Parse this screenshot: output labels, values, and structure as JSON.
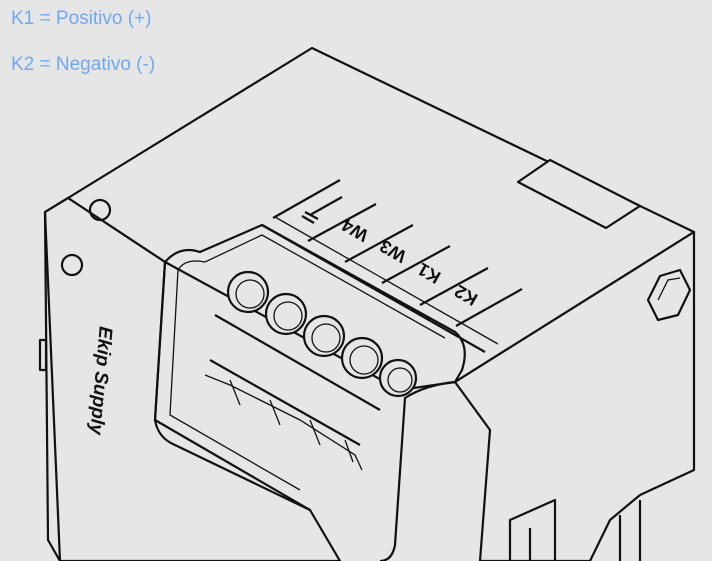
{
  "legend": {
    "k1": "K1 = Positivo (+)",
    "k2": "K2 = Negativo (-)"
  },
  "device": {
    "brand": "Ekip Supply",
    "terminals": [
      "W4",
      "W3",
      "K1",
      "K2"
    ],
    "ground_symbol": "ground-icon"
  },
  "colors": {
    "legend_text": "#6fa8f5",
    "background": "#e6e6e6"
  }
}
